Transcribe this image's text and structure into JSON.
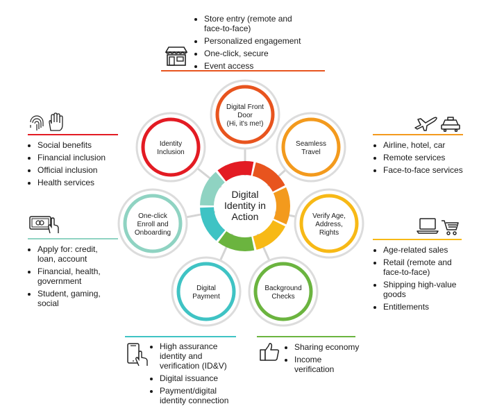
{
  "center": {
    "lines": [
      "Digital",
      "Identity in",
      "Action"
    ]
  },
  "nodes": [
    {
      "id": "digital-front-door",
      "lines": [
        "Digital Front",
        "Door",
        "(Hi, it's me!)"
      ],
      "color": "#e8541e"
    },
    {
      "id": "seamless-travel",
      "lines": [
        "Seamless",
        "Travel"
      ],
      "color": "#f39a1d"
    },
    {
      "id": "verify-age",
      "lines": [
        "Verify Age,",
        "Address,",
        "Rights"
      ],
      "color": "#f7b916"
    },
    {
      "id": "background-checks",
      "lines": [
        "Background",
        "Checks"
      ],
      "color": "#6bb43f"
    },
    {
      "id": "digital-payment",
      "lines": [
        "Digital",
        "Payment"
      ],
      "color": "#3fc3c4"
    },
    {
      "id": "one-click-enroll",
      "lines": [
        "One-click",
        "Enroll and",
        "Onboarding"
      ],
      "color": "#8fd3c2"
    },
    {
      "id": "identity-inclusion",
      "lines": [
        "Identity",
        "Inclusion"
      ],
      "color": "#e31b23"
    }
  ],
  "panels": {
    "top": {
      "items": [
        "Store entry (remote and face-to-face)",
        "Personalized engagement",
        "One-click, secure",
        "Event access"
      ],
      "color": "#e8541e",
      "icon": "storefront-icon"
    },
    "left_top": {
      "items": [
        "Social benefits",
        "Financial inclusion",
        "Official inclusion",
        "Health services"
      ],
      "color": "#e31b23",
      "icon": "fingerprint-hand-icon"
    },
    "left_mid": {
      "items": [
        "Apply for: credit, loan, account",
        "Financial, health, government",
        "Student, gaming, social"
      ],
      "color": "#8fd3c2",
      "icon": "card-hand-icon"
    },
    "right_top": {
      "items": [
        "Airline, hotel, car",
        "Remote services",
        "Face-to-face services"
      ],
      "color": "#f39a1d",
      "icon": "plane-taxi-icon"
    },
    "right_mid": {
      "items": [
        "Age-related sales",
        "Retail (remote and face-to-face)",
        "Shipping high-value goods",
        "Entitlements"
      ],
      "color": "#f7b916",
      "icon": "laptop-cart-icon"
    },
    "bottom_left": {
      "items": [
        "High assurance identity and verification (ID&V)",
        "Digital issuance",
        "Payment/digital identity connection"
      ],
      "color": "#3fc3c4",
      "icon": "phone-tap-icon"
    },
    "bottom_right": {
      "items": [
        "Sharing economy",
        "Income verification"
      ],
      "color": "#6bb43f",
      "icon": "thumbs-up-icon"
    }
  },
  "colors": {
    "spoke": "#d4d4d4",
    "node_outer": "#dcdcdc"
  }
}
